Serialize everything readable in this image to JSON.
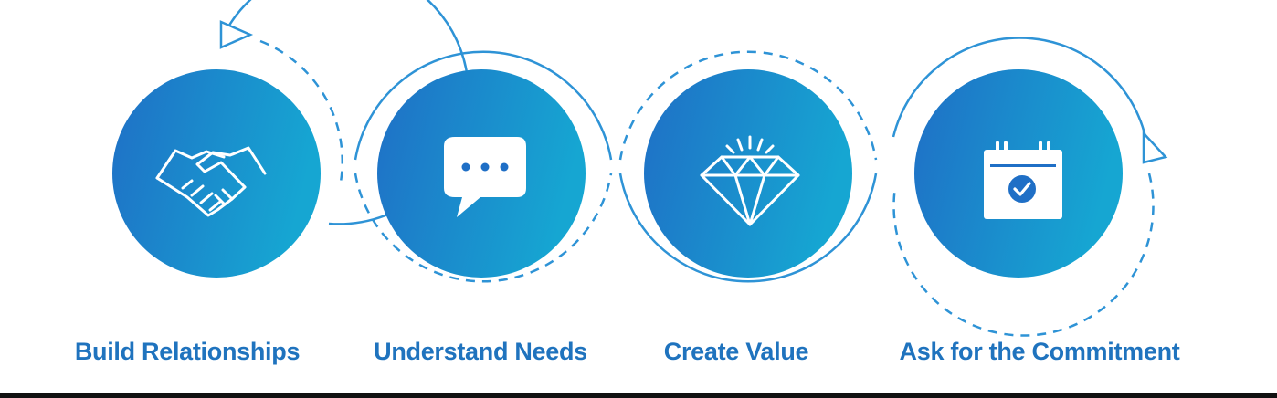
{
  "colors": {
    "ring": "#2e93d6",
    "gradient_start": "#1f6fc6",
    "gradient_end": "#16a6d2",
    "icon": "#ffffff",
    "label": "#1f73be"
  },
  "steps": [
    {
      "label": "Build Relationships",
      "icon": "handshake-icon"
    },
    {
      "label": "Understand Needs",
      "icon": "chat-bubble-icon"
    },
    {
      "label": "Create Value",
      "icon": "diamond-icon"
    },
    {
      "label": "Ask for the Commitment",
      "icon": "calendar-check-icon"
    }
  ]
}
